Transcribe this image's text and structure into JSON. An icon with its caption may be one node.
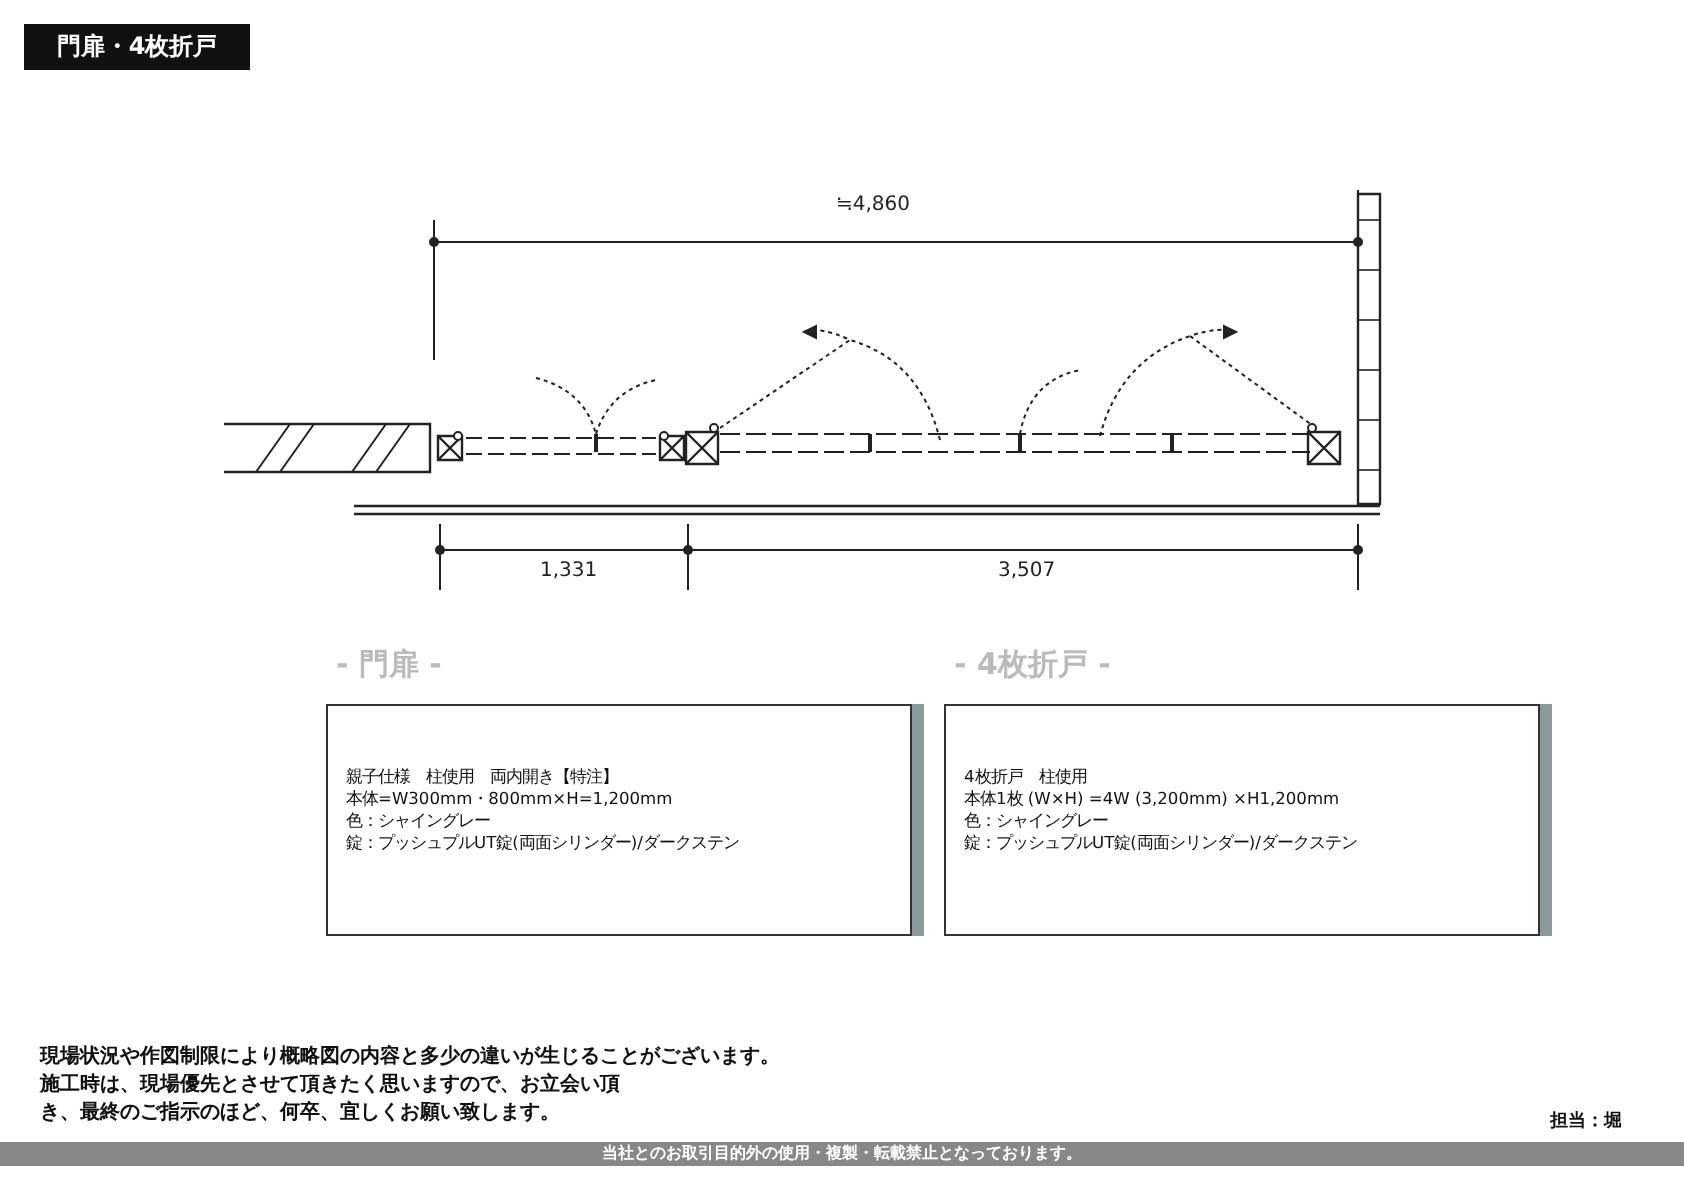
{
  "diagram": {
    "title": "門扉・4枚折戸",
    "nodes": [
      {
        "text": [
          "- 門扉 -",
          "親子仕様　柱使用　両内開き【特注】",
          "本体=W300mm・800mm×H=1,200mm",
          "色：シャイングレー",
          "錠：プッシュプルUT錠(両面シリンダー)/ダークステン"
        ]
      },
      {
        "text": [
          "- 4枚折戸 -",
          "4枚折戸　柱使用",
          "本体1枚 (W×H) =4W (3,200mm) ×H1,200mm",
          "色：シャイングレー",
          "錠：プッシュプルUT錠(両面シリンダー)/ダークステン"
        ]
      }
    ],
    "labels": [
      "≒4,860",
      "1,331",
      "3,507",
      "現場状況や作図制限により概略図の内容と多少の違いが生じることがございます。",
      "施工時は、現場優先とさせて頂きたく思いますので、お立会い頂き、最終のご指示のほど、何卒、宜しくお願い致します。",
      "担当：堀",
      "当社とのお取引目的外の使用・複製・転載禁止となっております。"
    ]
  }
}
